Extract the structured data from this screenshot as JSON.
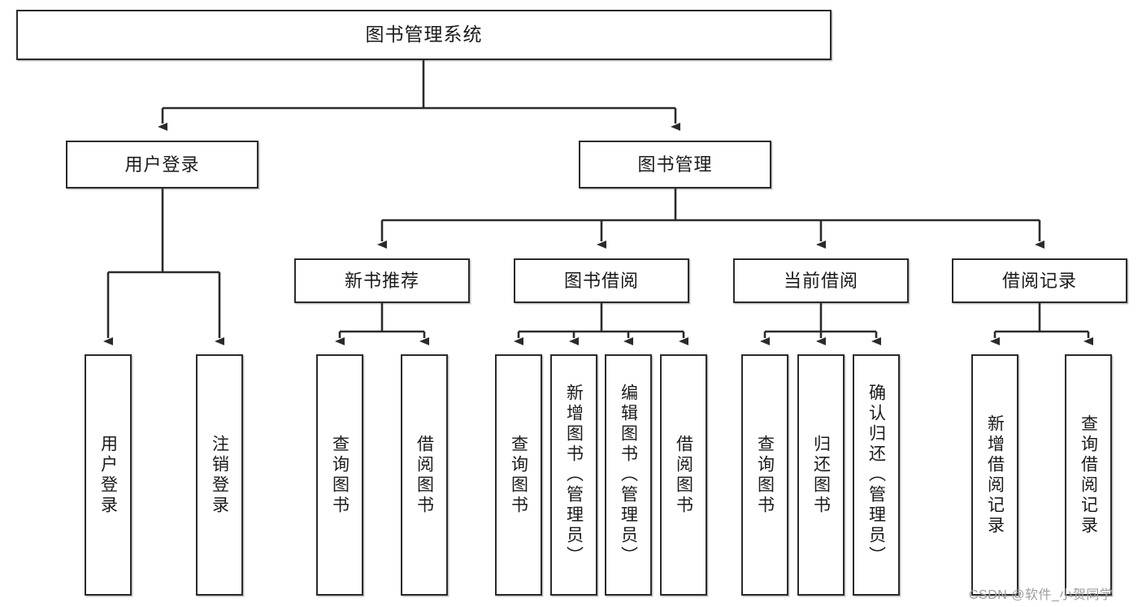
{
  "diagram": {
    "title": "图书管理系统",
    "watermark": "CSDN @软件_小贺同学",
    "stroke_color": "#2b2b2b",
    "fill_color": "#ffffff",
    "text_color": "#1b1b1b",
    "watermark_color": "#9e9e9e"
  },
  "nodes": {
    "root": {
      "label": "图书管理系统"
    },
    "level2": [
      {
        "label": "用户登录"
      },
      {
        "label": "图书管理"
      }
    ],
    "level3": [
      {
        "label": "新书推荐"
      },
      {
        "label": "图书借阅"
      },
      {
        "label": "当前借阅"
      },
      {
        "label": "借阅记录"
      }
    ],
    "leaves": {
      "user_login": [
        {
          "label": "用户登录"
        },
        {
          "label": "注销登录"
        }
      ],
      "new_book": [
        {
          "label": "查询图书"
        },
        {
          "label": "借阅图书"
        }
      ],
      "book_borrow": [
        {
          "label": "查询图书"
        },
        {
          "label": "新增图书（管理员）"
        },
        {
          "label": "编辑图书（管理员）"
        },
        {
          "label": "借阅图书"
        }
      ],
      "current_borrow": [
        {
          "label": "查询图书"
        },
        {
          "label": "归还图书"
        },
        {
          "label": "确认归还（管理员）"
        }
      ],
      "borrow_record": [
        {
          "label": "新增借阅记录"
        },
        {
          "label": "查询借阅记录"
        }
      ]
    }
  }
}
